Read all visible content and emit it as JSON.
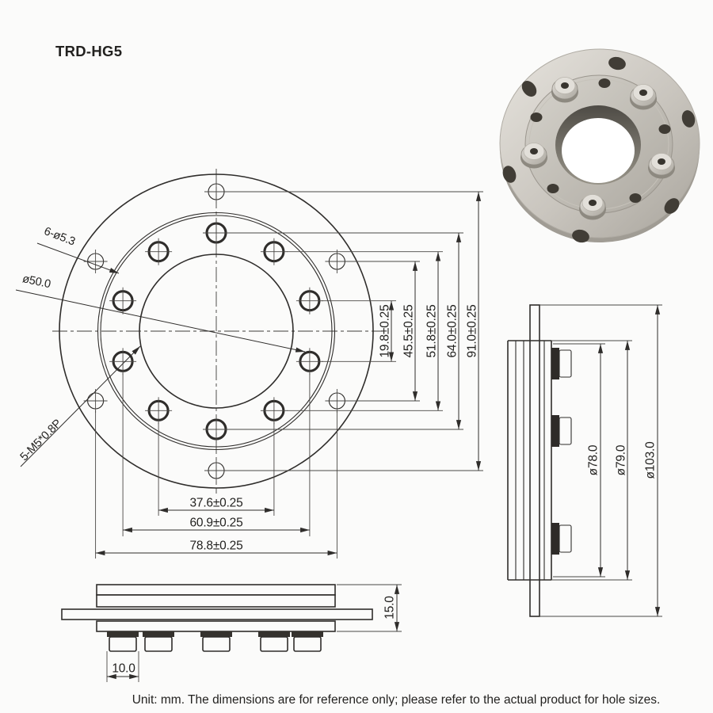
{
  "title": "TRD-HG5",
  "front_view": {
    "callouts": {
      "outer_holes": "6-ø5.3",
      "bore": "ø50.0",
      "tapped_holes": "5-M5*0.8P"
    },
    "vertical_dims": [
      "19.8±0.25",
      "45.5±0.25",
      "51.8±0.25",
      "64.0±0.25",
      "91.0±0.25"
    ],
    "horizontal_dims": [
      "37.6±0.25",
      "60.9±0.25",
      "78.8±0.25"
    ]
  },
  "side_view": {
    "diameter_dims": [
      "ø78.0",
      "ø79.0",
      "ø103.0"
    ]
  },
  "bottom_view": {
    "thickness_dim": "15.0",
    "boss_width_dim": "10.0"
  },
  "footer_note": "Unit: mm. The dimensions are for reference only; please refer to the actual product for hole sizes."
}
